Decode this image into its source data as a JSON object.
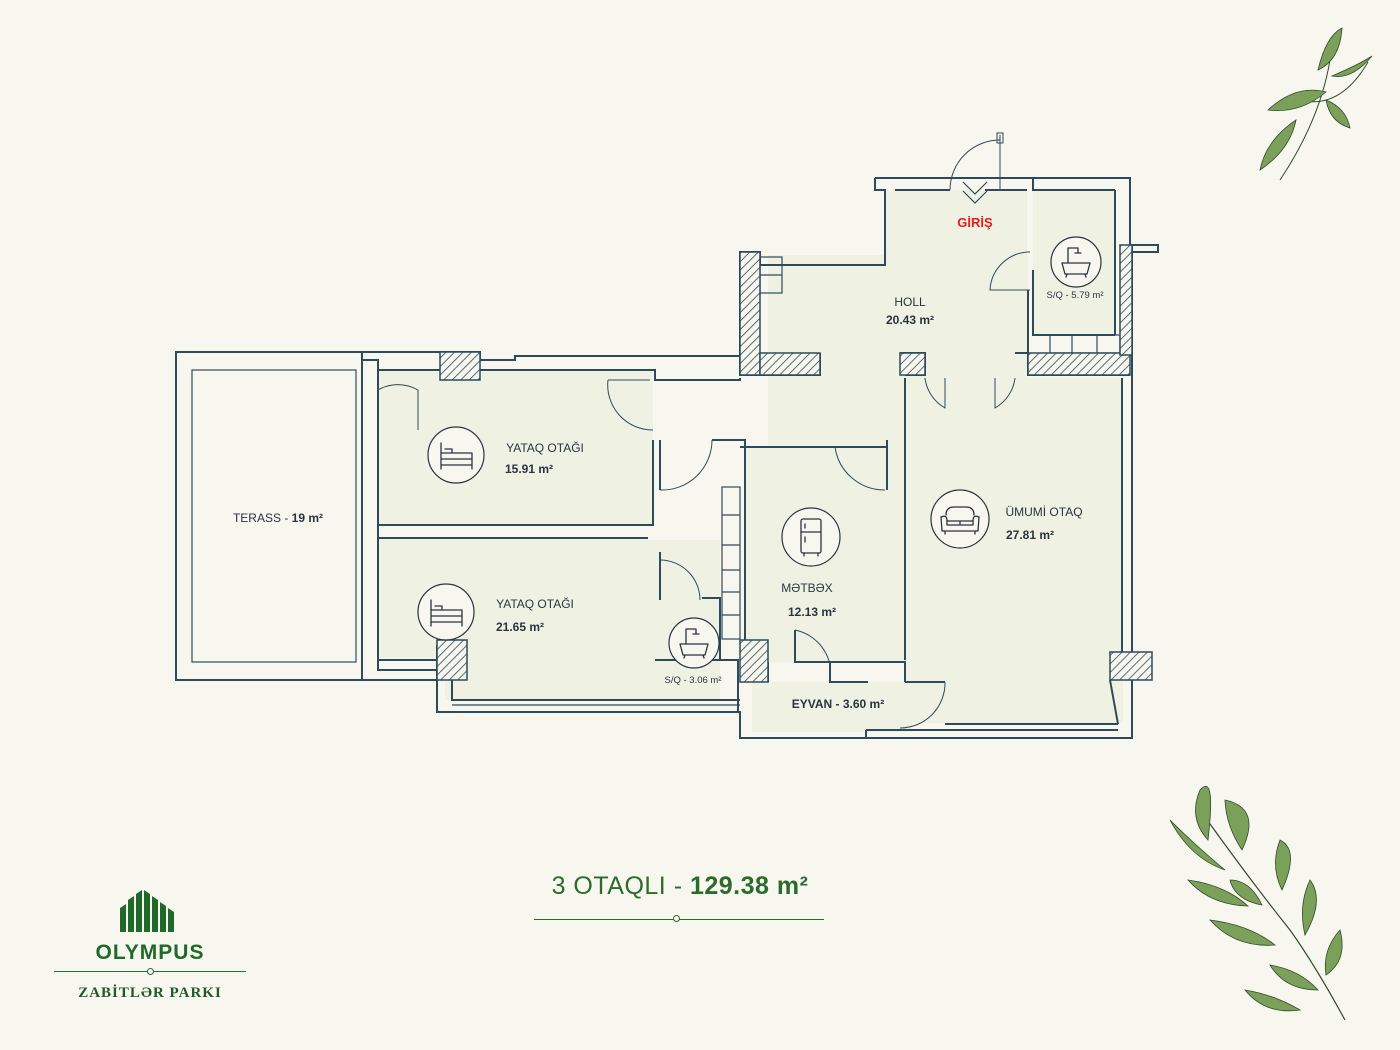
{
  "entrance": {
    "label": "GİRİŞ"
  },
  "rooms": {
    "holl": {
      "name": "HOLL",
      "area": "20.43 m²"
    },
    "sq_main": {
      "label": "S/Q - 5.79 m²"
    },
    "bedroom_1": {
      "name": "YATAQ OTAĞI",
      "area": "15.91 m²"
    },
    "bedroom_2": {
      "name": "YATAQ OTAĞI",
      "area": "21.65 m²"
    },
    "sq_small": {
      "label": "S/Q - 3.06 m²"
    },
    "kitchen": {
      "name": "MƏTBƏX",
      "area": "12.13 m²"
    },
    "living": {
      "name": "ÜMUMİ OTAQ",
      "area": "27.81 m²"
    },
    "balcony": {
      "label": "EYVAN - 3.60 m²"
    },
    "terrace": {
      "name": "TERASS - ",
      "area": "19 m²"
    }
  },
  "title": {
    "prefix": "3 OTAQLI - ",
    "area": "129.38 m²"
  },
  "brand": {
    "name": "OLYMPUS",
    "subtitle": "ZABİTLƏR PARKI"
  },
  "colors": {
    "wall": "#2f4a5a",
    "floor": "#eff2e3",
    "accent": "#2c6b2c",
    "entrance": "#e21d1d",
    "leaf": "#6f9a4a"
  },
  "icons": [
    "bed-icon",
    "bathtub-icon",
    "fridge-icon",
    "sofa-icon",
    "leaf-icon",
    "building-icon"
  ]
}
